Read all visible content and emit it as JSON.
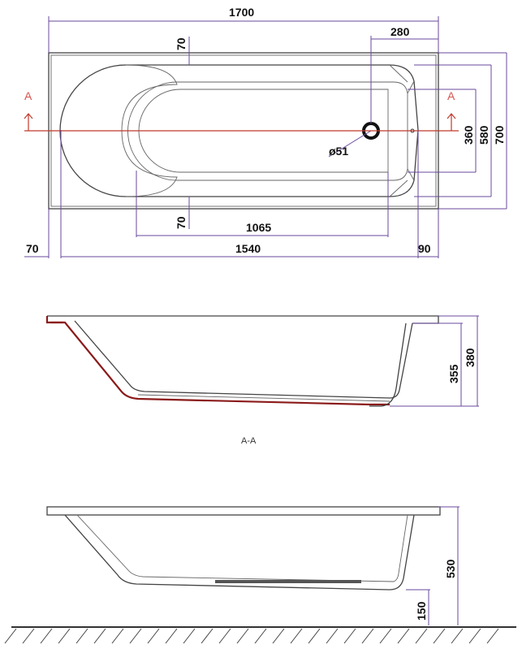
{
  "top_view": {
    "overall_length": "1700",
    "drain_offset": "280",
    "inner_margin_top": "70",
    "inner_margin_bottom": "70",
    "inner_width": "360",
    "outer_width_inner": "580",
    "overall_width": "700",
    "drain_diameter": "ø51",
    "flat_length": "1065",
    "inner_length": "1540",
    "left_offset": "70",
    "right_offset": "90",
    "section_mark_left": "A",
    "section_mark_right": "A"
  },
  "section_view": {
    "inner_depth": "355",
    "outer_depth": "380",
    "label": "A-A"
  },
  "side_view": {
    "total_height": "530",
    "leg_height": "150"
  }
}
